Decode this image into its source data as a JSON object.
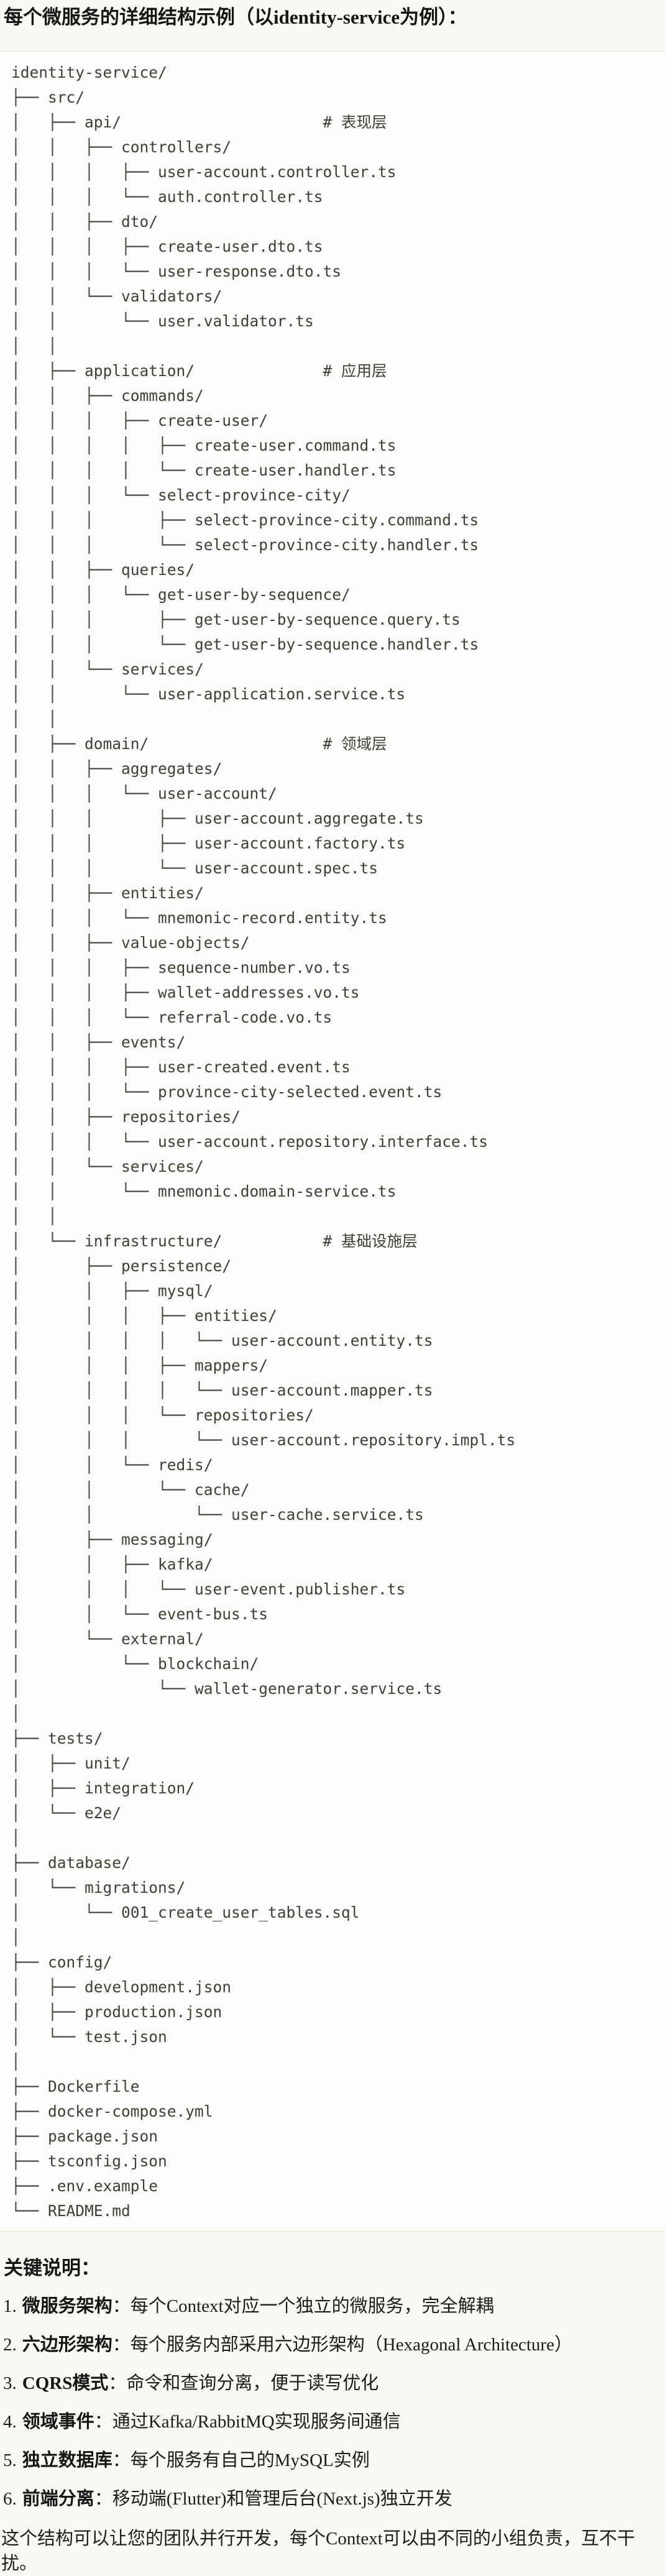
{
  "header": {
    "title": "每个微服务的详细结构示例（以identity-service为例）："
  },
  "code": {
    "language": "plaintext",
    "lines": [
      "identity-service/",
      "├── src/",
      "│   ├── api/                      # 表现层",
      "│   │   ├── controllers/",
      "│   │   │   ├── user-account.controller.ts",
      "│   │   │   └── auth.controller.ts",
      "│   │   ├── dto/",
      "│   │   │   ├── create-user.dto.ts",
      "│   │   │   └── user-response.dto.ts",
      "│   │   └── validators/",
      "│   │       └── user.validator.ts",
      "│   │",
      "│   ├── application/              # 应用层",
      "│   │   ├── commands/",
      "│   │   │   ├── create-user/",
      "│   │   │   │   ├── create-user.command.ts",
      "│   │   │   │   └── create-user.handler.ts",
      "│   │   │   └── select-province-city/",
      "│   │   │       ├── select-province-city.command.ts",
      "│   │   │       └── select-province-city.handler.ts",
      "│   │   ├── queries/",
      "│   │   │   └── get-user-by-sequence/",
      "│   │   │       ├── get-user-by-sequence.query.ts",
      "│   │   │       └── get-user-by-sequence.handler.ts",
      "│   │   └── services/",
      "│   │       └── user-application.service.ts",
      "│   │",
      "│   ├── domain/                   # 领域层",
      "│   │   ├── aggregates/",
      "│   │   │   └── user-account/",
      "│   │   │       ├── user-account.aggregate.ts",
      "│   │   │       ├── user-account.factory.ts",
      "│   │   │       └── user-account.spec.ts",
      "│   │   ├── entities/",
      "│   │   │   └── mnemonic-record.entity.ts",
      "│   │   ├── value-objects/",
      "│   │   │   ├── sequence-number.vo.ts",
      "│   │   │   ├── wallet-addresses.vo.ts",
      "│   │   │   └── referral-code.vo.ts",
      "│   │   ├── events/",
      "│   │   │   ├── user-created.event.ts",
      "│   │   │   └── province-city-selected.event.ts",
      "│   │   ├── repositories/",
      "│   │   │   └── user-account.repository.interface.ts",
      "│   │   └── services/",
      "│   │       └── mnemonic.domain-service.ts",
      "│   │",
      "│   └── infrastructure/           # 基础设施层",
      "│       ├── persistence/",
      "│       │   ├── mysql/",
      "│       │   │   ├── entities/",
      "│       │   │   │   └── user-account.entity.ts",
      "│       │   │   ├── mappers/",
      "│       │   │   │   └── user-account.mapper.ts",
      "│       │   │   └── repositories/",
      "│       │   │       └── user-account.repository.impl.ts",
      "│       │   └── redis/",
      "│       │       └── cache/",
      "│       │           └── user-cache.service.ts",
      "│       ├── messaging/",
      "│       │   ├── kafka/",
      "│       │   │   └── user-event.publisher.ts",
      "│       │   └── event-bus.ts",
      "│       └── external/",
      "│           └── blockchain/",
      "│               └── wallet-generator.service.ts",
      "│",
      "├── tests/",
      "│   ├── unit/",
      "│   ├── integration/",
      "│   └── e2e/",
      "│",
      "├── database/",
      "│   └── migrations/",
      "│       └── 001_create_user_tables.sql",
      "│",
      "├── config/",
      "│   ├── development.json",
      "│   ├── production.json",
      "│   └── test.json",
      "│",
      "├── Dockerfile",
      "├── docker-compose.yml",
      "├── package.json",
      "├── tsconfig.json",
      "├── .env.example",
      "└── README.md"
    ]
  },
  "notes": {
    "heading": "关键说明：",
    "items": [
      {
        "num": "1.",
        "label": "微服务架构",
        "text": "：每个Context对应一个独立的微服务，完全解耦"
      },
      {
        "num": "2.",
        "label": "六边形架构",
        "text": "：每个服务内部采用六边形架构（Hexagonal Architecture）"
      },
      {
        "num": "3.",
        "label": "CQRS模式",
        "text": "：命令和查询分离，便于读写优化"
      },
      {
        "num": "4.",
        "label": "领域事件",
        "text": "：通过Kafka/RabbitMQ实现服务间通信"
      },
      {
        "num": "5.",
        "label": "独立数据库",
        "text": "：每个服务有自己的MySQL实例"
      },
      {
        "num": "6.",
        "label": "前端分离",
        "text": "：移动端(Flutter)和管理后台(Next.js)独立开发"
      }
    ]
  },
  "footer": {
    "text": "这个结构可以让您的团队并行开发，每个Context可以由不同的小组负责，互不干扰。"
  }
}
